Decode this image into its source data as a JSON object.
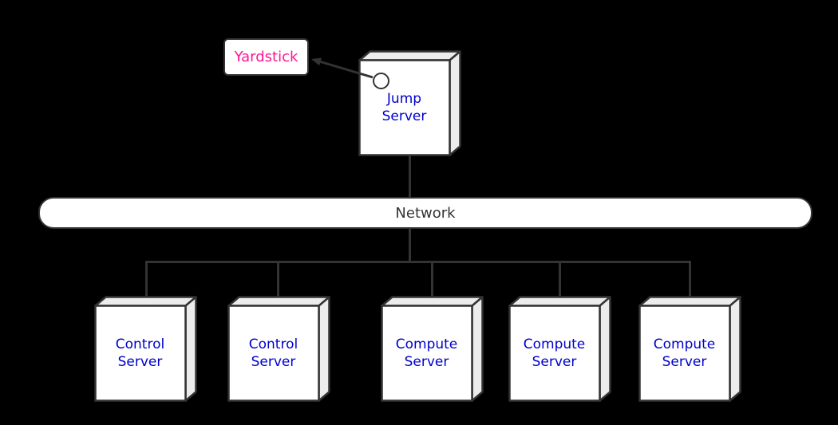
{
  "colors": {
    "background": "#000000",
    "line": "#333333",
    "node_fill": "#ffffff",
    "box_shade_fill": "#ececec",
    "server_text": "#0000cc",
    "yardstick_text": "#ff1493",
    "network_text": "#333333"
  },
  "nodes": {
    "yardstick": {
      "label": "Yardstick"
    },
    "jump_server": {
      "label": "Jump Server"
    },
    "network": {
      "label": "Network"
    },
    "servers": [
      {
        "label": "Control Server"
      },
      {
        "label": "Control Server"
      },
      {
        "label": "Compute Server"
      },
      {
        "label": "Compute Server"
      },
      {
        "label": "Compute Server"
      }
    ]
  }
}
